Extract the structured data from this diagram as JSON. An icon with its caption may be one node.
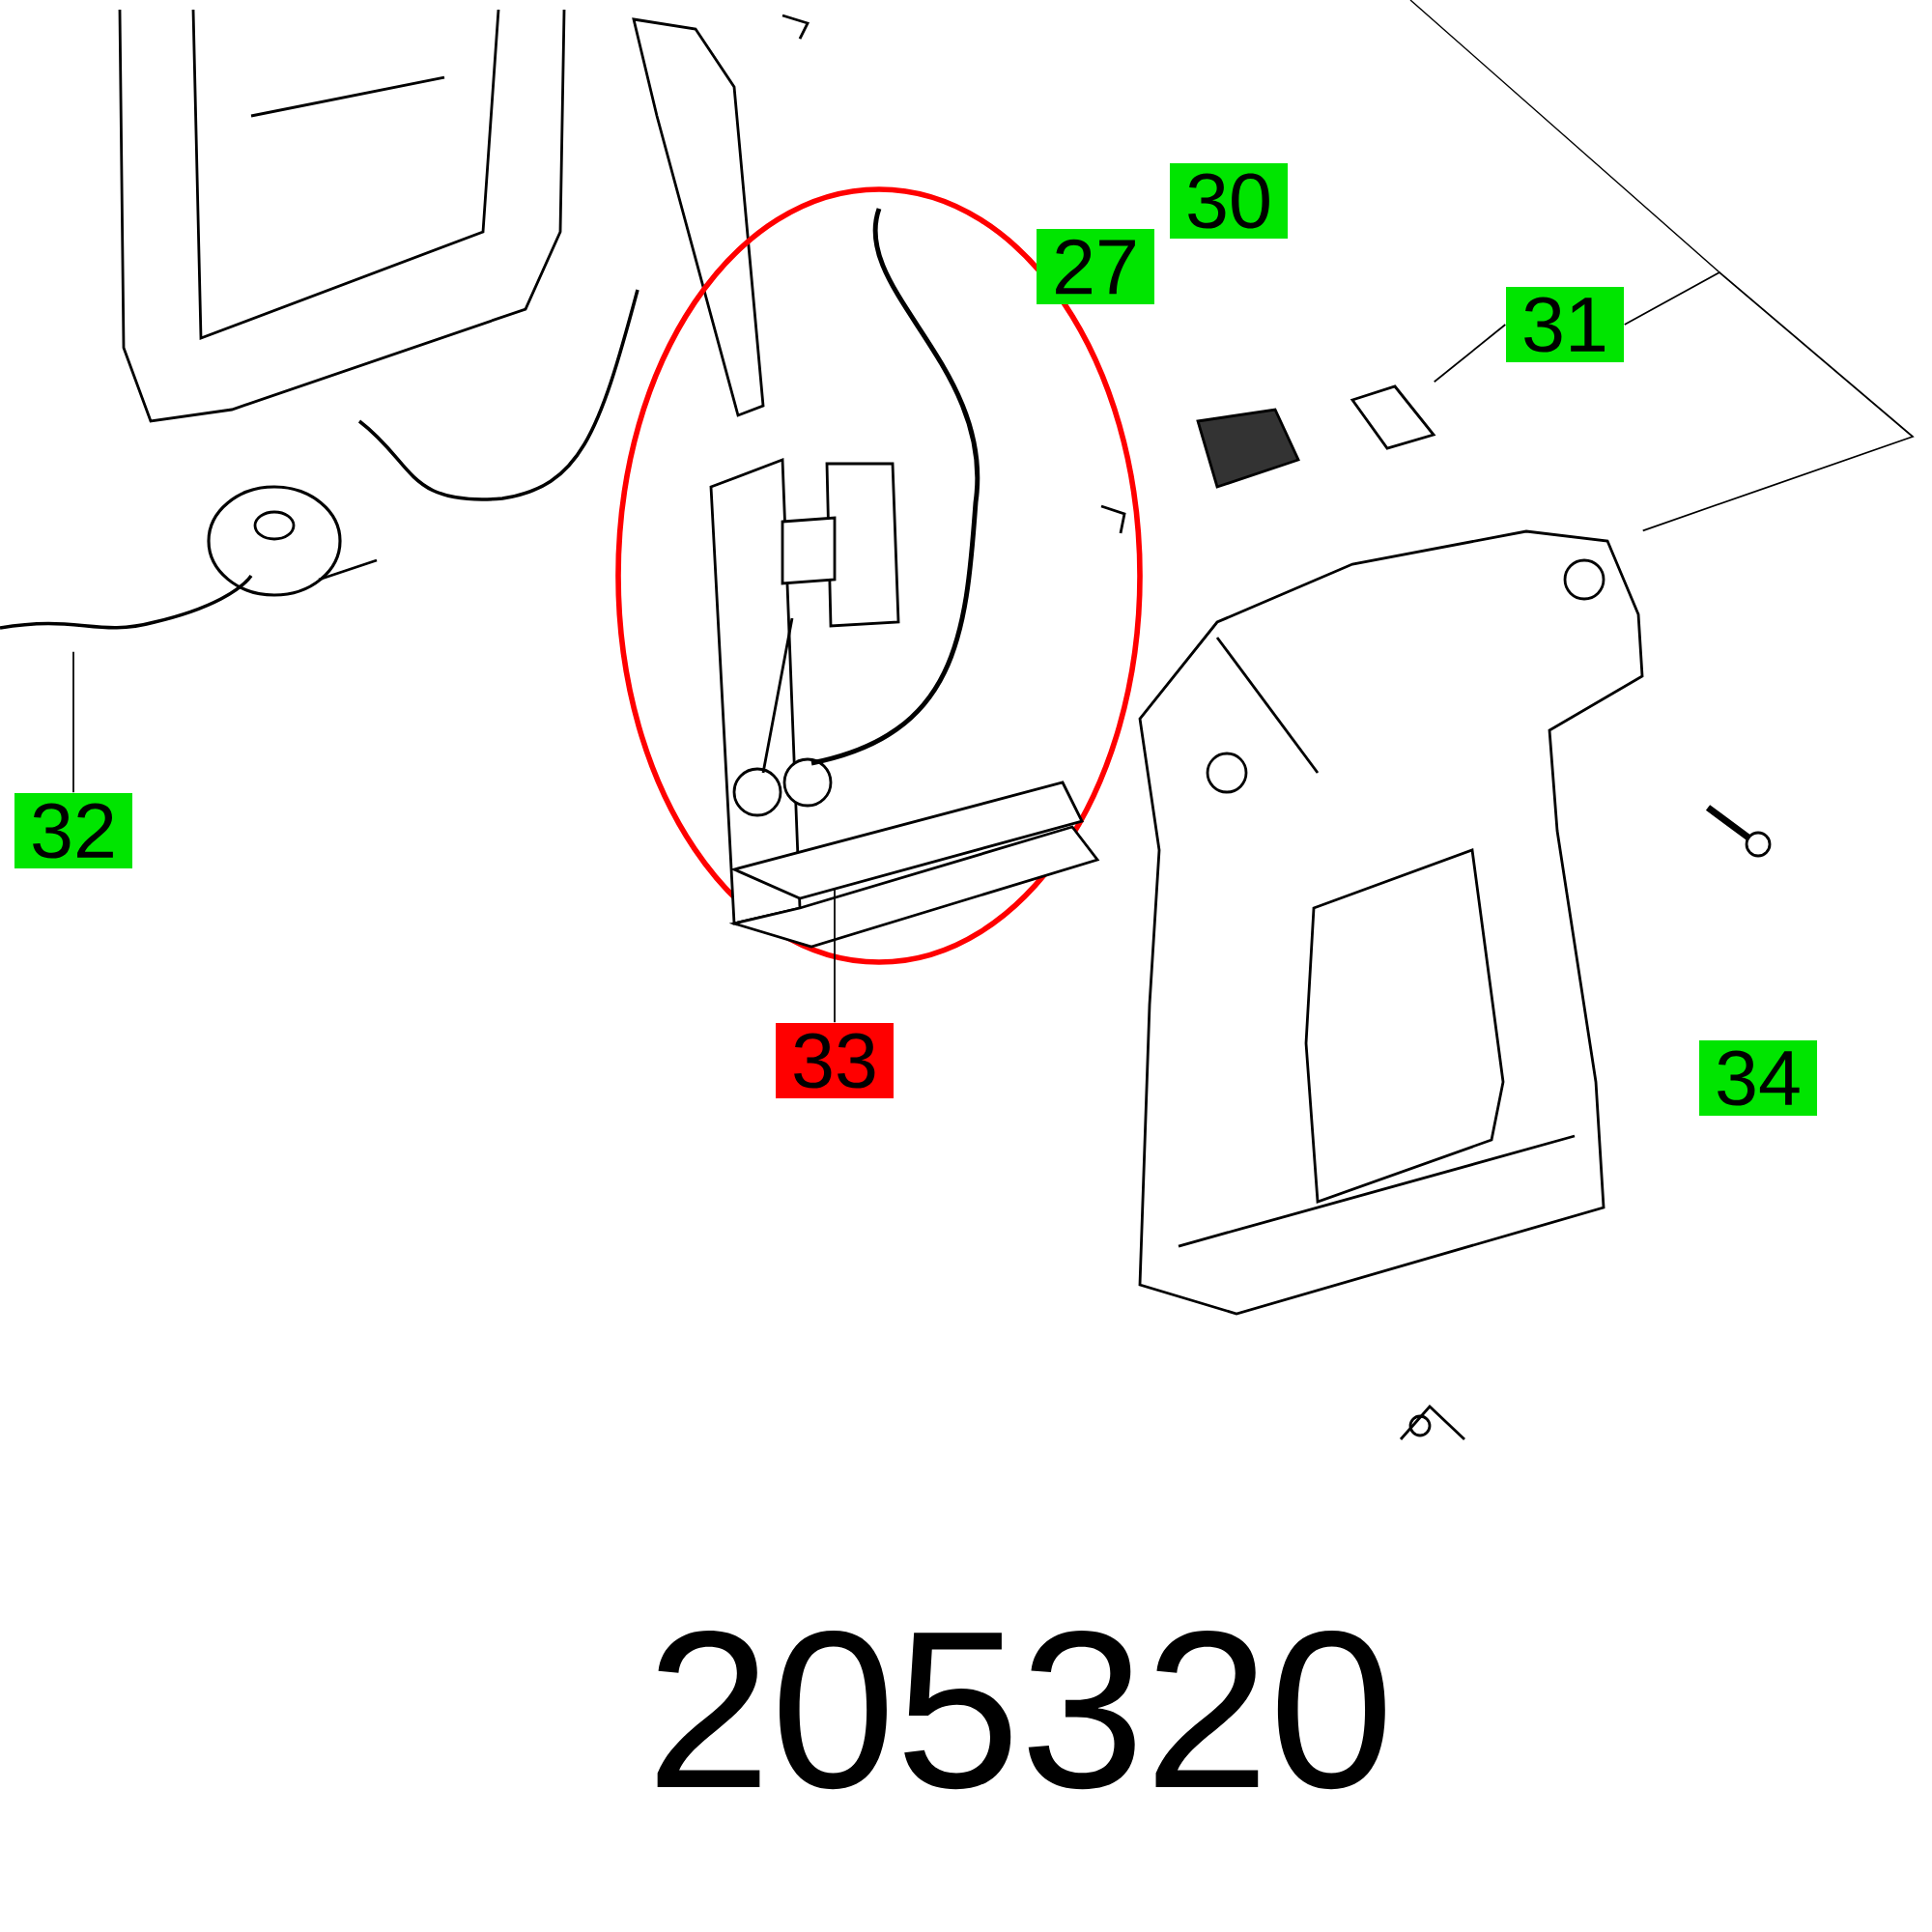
{
  "diagram": {
    "nodes": [
      {
        "text": [
          "32"
        ]
      },
      {
        "text": [
          "33"
        ]
      },
      {
        "text": [
          "27"
        ]
      },
      {
        "text": [
          "30"
        ]
      },
      {
        "text": [
          "31"
        ]
      },
      {
        "text": [
          "34"
        ]
      },
      {
        "text": [],
        "shape": "picture"
      },
      {
        "text": [],
        "shape": "picture"
      },
      {
        "text": [],
        "shape": "picture"
      },
      {
        "text": [],
        "shape": "picture"
      }
    ],
    "edges": [
      {
        "from": 0,
        "to": 6,
        "arrow": "none"
      },
      {
        "from": 1,
        "to": 7,
        "arrow": "none"
      },
      {
        "from": 4,
        "to": 8,
        "arrow": "none"
      },
      {
        "from": 4,
        "to": 9,
        "arrow": "none"
      }
    ],
    "labels": [
      "205320"
    ]
  }
}
